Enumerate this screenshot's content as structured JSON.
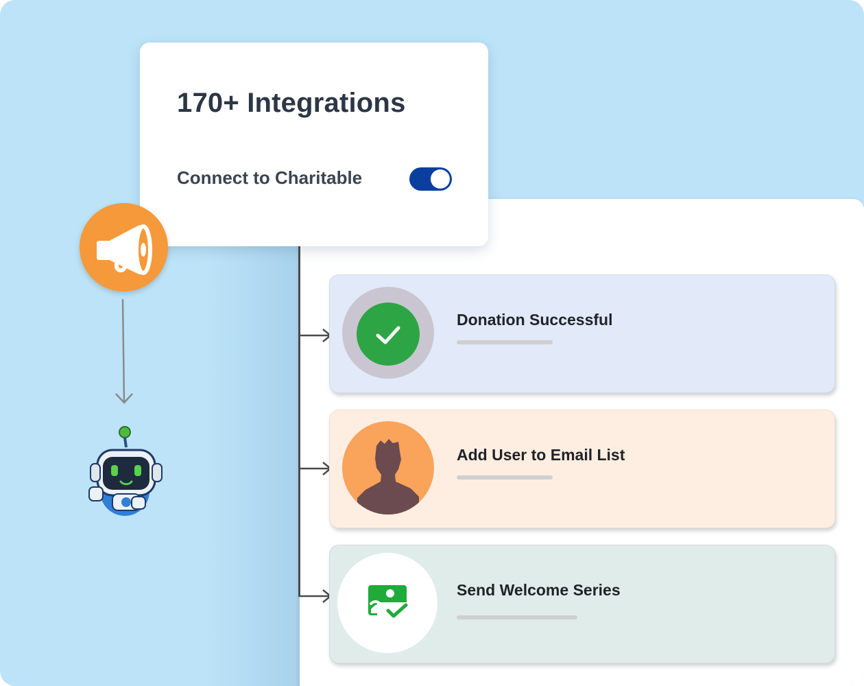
{
  "integrations_card": {
    "title": "170+ Integrations",
    "connect_label": "Connect to Charitable",
    "toggle_on": true
  },
  "trigger": {
    "icon": "megaphone-icon"
  },
  "bot": {
    "icon": "robot-mascot-icon"
  },
  "steps": [
    {
      "title": "Donation Successful",
      "icon": "check-circle-icon",
      "color": "#e2e9f8"
    },
    {
      "title": "Add User to Email List",
      "icon": "user-avatar-icon",
      "color": "#feeee2"
    },
    {
      "title": "Send Welcome Series",
      "icon": "image-check-icon",
      "color": "#e0ecea"
    }
  ],
  "colors": {
    "background": "#bde3f8",
    "accent_orange": "#f5993a",
    "toggle_blue": "#0a3fa0",
    "success_green": "#2ea544"
  }
}
